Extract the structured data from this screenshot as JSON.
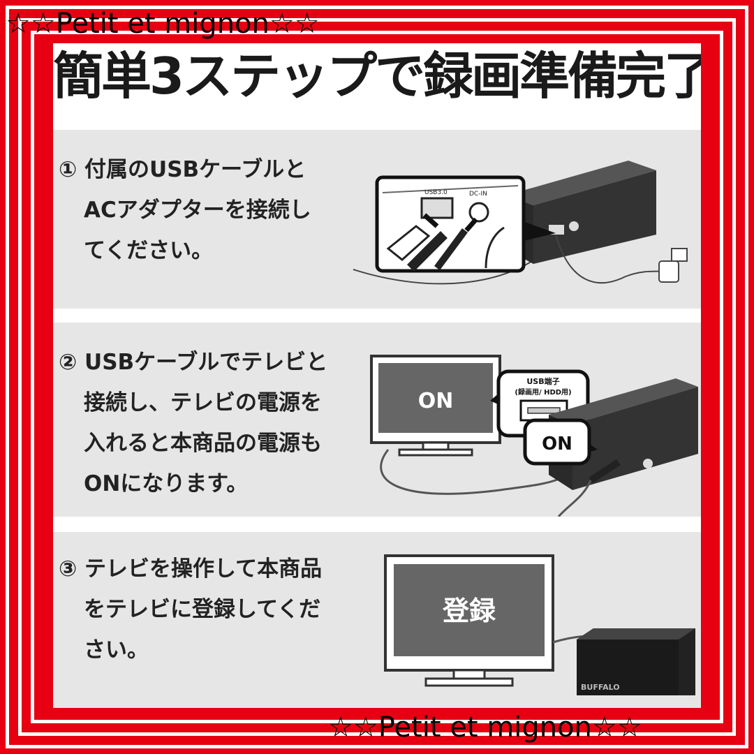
{
  "watermark": {
    "top": "☆☆Petit et mignon☆☆",
    "bottom": "☆☆Petit et mignon☆☆"
  },
  "heading": "簡単3ステップで録画準備完了",
  "steps": [
    {
      "lines": [
        "① 付属のUSBケーブルと",
        "ACアダプターを接続し",
        "てください。"
      ],
      "callout": {
        "usb_label": "USB3.0",
        "dc_label": "DC-IN"
      }
    },
    {
      "lines": [
        "② USBケーブルでテレビと",
        "接続し、テレビの電源を",
        "入れると本商品の電源も",
        "ONになります。"
      ],
      "tv_screen": "ON",
      "port_title": "USB端子",
      "port_sub": "(録画用/ HDD用)",
      "hdd_bubble": "ON"
    },
    {
      "lines": [
        "③ テレビを操作して本商品",
        "をテレビに登録してくだ",
        "さい。"
      ],
      "tv_screen": "登録",
      "brand": "BUFFALO"
    }
  ],
  "colors": {
    "frame": "#e60012",
    "panel": "#ffffff",
    "step_bg": "#e6e6e6",
    "device": "#333333"
  }
}
